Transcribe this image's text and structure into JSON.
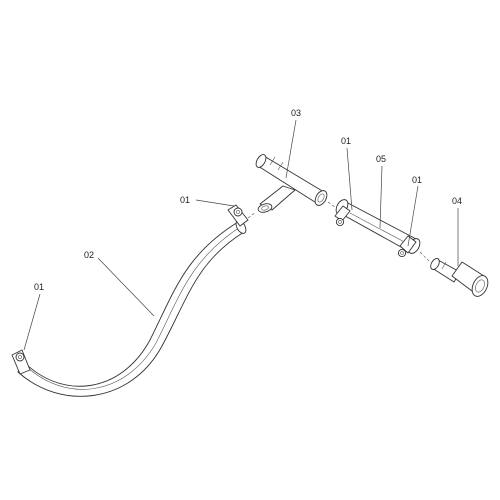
{
  "callouts": {
    "c01_top_left": "01",
    "c02": "02",
    "c01_bottom_left": "01",
    "c03": "03",
    "c01_right_a": "01",
    "c05": "05",
    "c01_right_b": "01",
    "c04": "04"
  },
  "colors": {
    "line": "#333333",
    "background": "#ffffff"
  }
}
